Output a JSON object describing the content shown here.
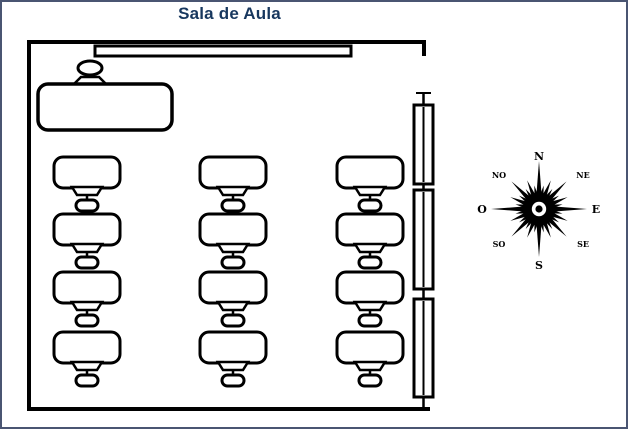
{
  "title": "Sala de Aula",
  "colors": {
    "line": "#000000",
    "title": "#17375e",
    "page_border": "#4a5572",
    "background": "#ffffff"
  },
  "classroom": {
    "blackboard": "blackboard",
    "teacher_desk": "teacher-desk-with-chair",
    "student_desks": {
      "rows": 4,
      "columns": 3,
      "count": 12
    },
    "windows": {
      "count": 3,
      "side": "right"
    }
  },
  "compass": {
    "labels": [
      {
        "id": "n",
        "text": "N"
      },
      {
        "id": "ne",
        "text": "NE"
      },
      {
        "id": "e",
        "text": "E"
      },
      {
        "id": "se",
        "text": "SE"
      },
      {
        "id": "s",
        "text": "S"
      },
      {
        "id": "so",
        "text": "SO"
      },
      {
        "id": "o",
        "text": "O"
      },
      {
        "id": "no",
        "text": "NO"
      }
    ]
  }
}
